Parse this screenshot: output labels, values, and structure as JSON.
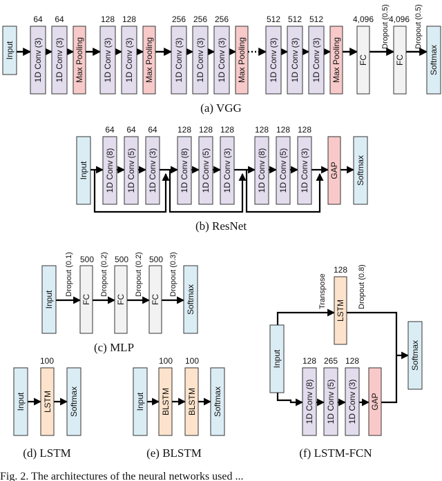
{
  "colors": {
    "input": "#dbedf4",
    "conv": "#e2dced",
    "pool": "#f7c9c9",
    "fc": "#f2f2f2",
    "lstm": "#fde3cc",
    "gap": "#f9c9c9",
    "softmax": "#dbedf4",
    "stroke": "#333333"
  },
  "vgg": {
    "caption": "(a)  VGG",
    "input": "Input",
    "conv": "1D Conv (3)",
    "pool": "Max Pooling",
    "fc": "FC",
    "dropout": "Dropout (0.5)",
    "softmax": "Softmax",
    "filters": [
      "64",
      "64",
      "128",
      "128",
      "256",
      "256",
      "256",
      "512",
      "512",
      "512"
    ],
    "fc_units": [
      "4,096",
      "4,096"
    ]
  },
  "resnet": {
    "caption": "(b) ResNet",
    "input": "Input",
    "conv": [
      "1D Conv (8)",
      "1D Conv (5)",
      "1D Conv (3)"
    ],
    "filters": [
      "64",
      "64",
      "64",
      "128",
      "128",
      "128",
      "128",
      "128",
      "128"
    ],
    "gap": "GAP",
    "softmax": "Softmax"
  },
  "mlp": {
    "caption": "(c) MLP",
    "input": "Input",
    "fc": "FC",
    "dropouts": [
      "Dropout (0.1)",
      "Dropout (0.2)",
      "Dropout (0.2)",
      "Dropout (0.3)"
    ],
    "units": [
      "500",
      "500",
      "500"
    ],
    "softmax": "Softmax"
  },
  "lstm": {
    "caption": "(d) LSTM",
    "input": "Input",
    "lstm": "LSTM",
    "units": "100",
    "softmax": "Softmax"
  },
  "blstm": {
    "caption": "(e) BLSTM",
    "input": "Input",
    "blstm": "BLSTM",
    "units": [
      "100",
      "100"
    ],
    "softmax": "Softmax"
  },
  "lstmfcn": {
    "caption": "(f) LSTM-FCN",
    "input": "Input",
    "transpose": "Transpose",
    "lstm": "LSTM",
    "lstm_units": "128",
    "dropout": "Dropout (0.8)",
    "conv": [
      "1D Conv (8)",
      "1D Conv (5)",
      "1D Conv (3)"
    ],
    "filters": [
      "128",
      "265",
      "128"
    ],
    "gap": "GAP",
    "softmax": "Softmax"
  },
  "footer": "Fig. 2.   The architectures of the neural networks used ..."
}
